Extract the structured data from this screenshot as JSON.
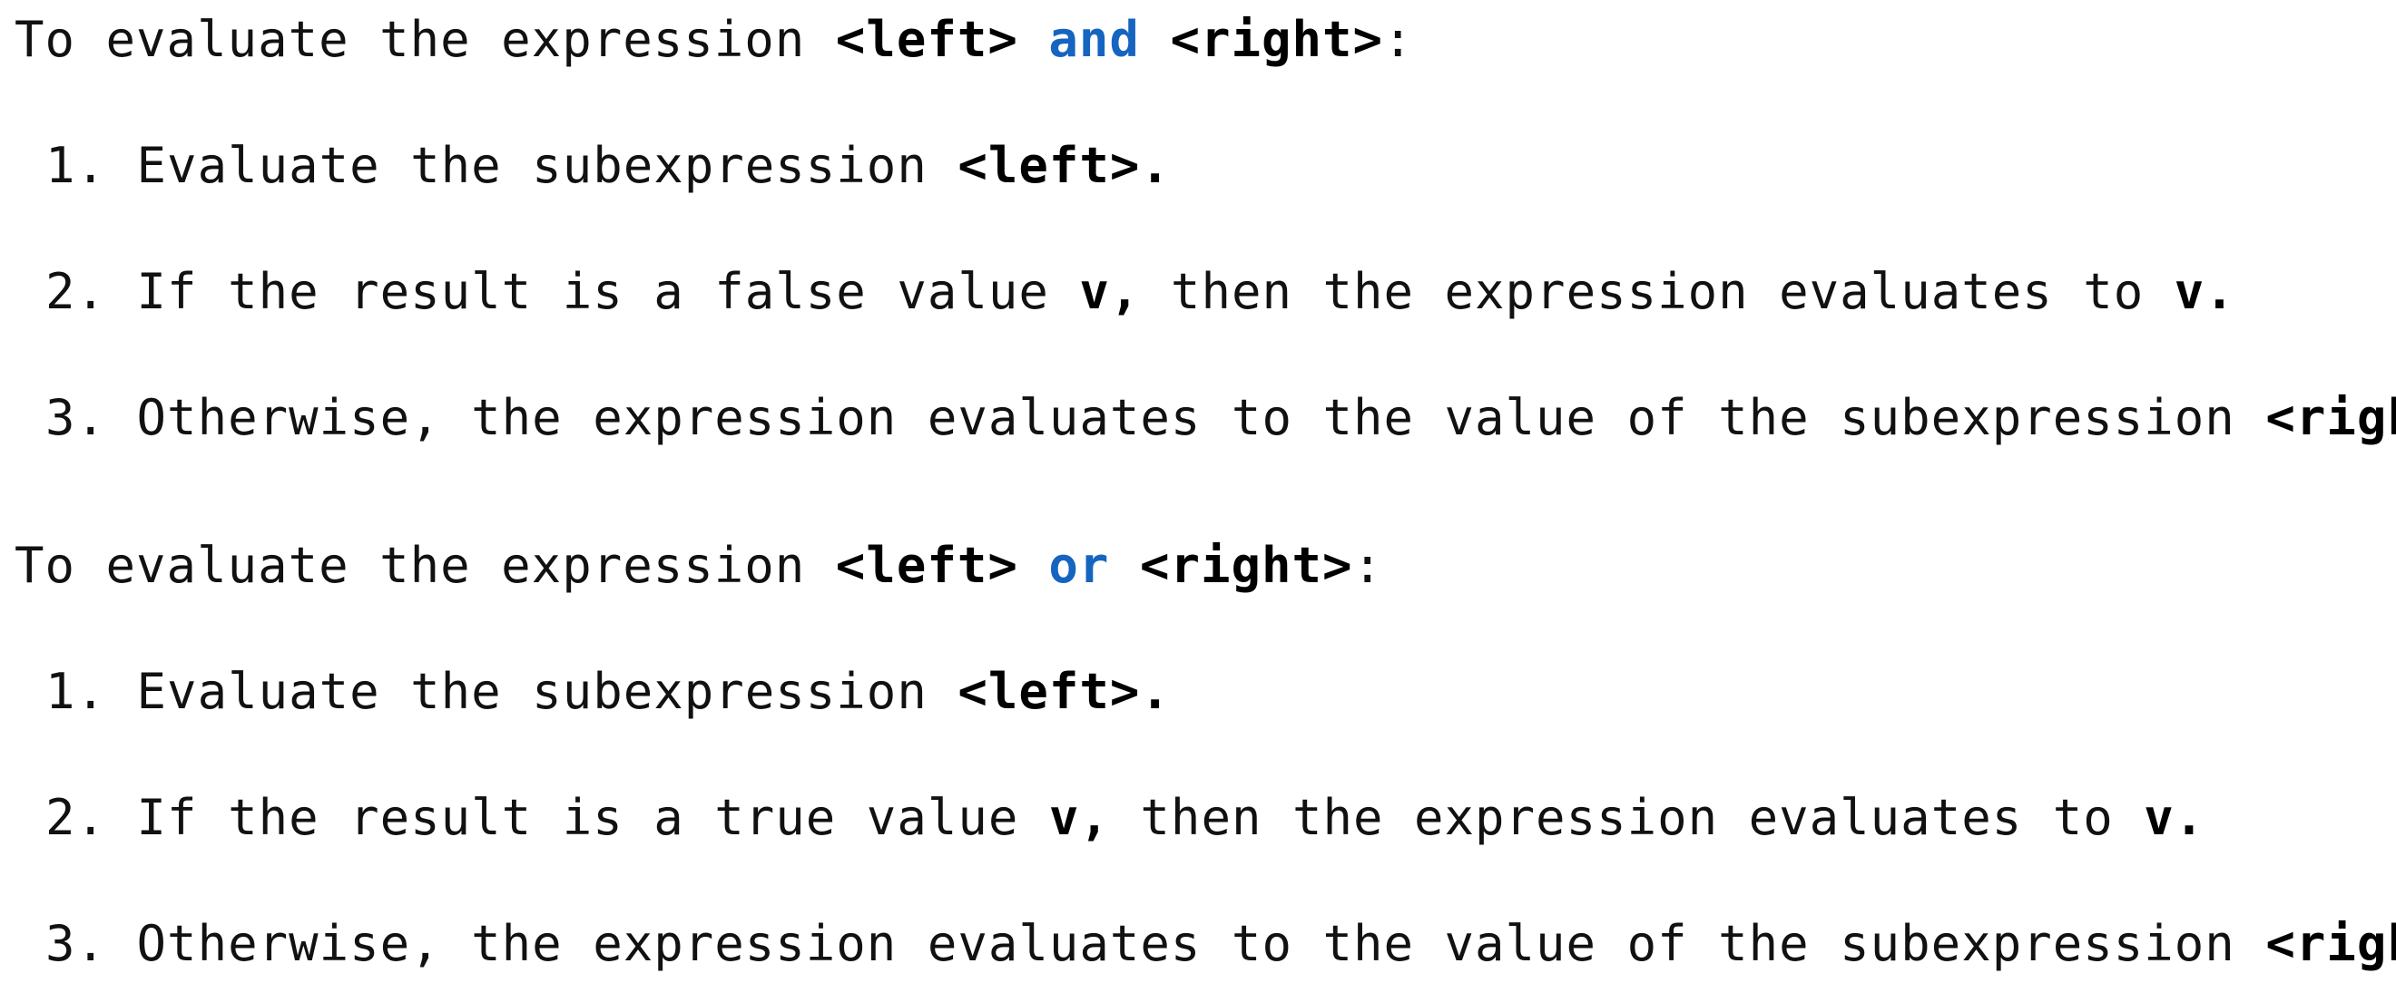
{
  "colors": {
    "text": "#111111",
    "keyword": "#1565c0"
  },
  "and_section": {
    "heading": {
      "prefix": "To evaluate the expression ",
      "left": "<left>",
      "sp1": " ",
      "keyword": "and",
      "sp2": " ",
      "right": "<right>",
      "suffix": ":"
    },
    "steps": [
      {
        "number": "1. ",
        "text": "Evaluate the subexpression ",
        "code": "<left>."
      },
      {
        "number": "2. ",
        "text1": "If the result is a false value ",
        "v1": "v,",
        "text2": " then the expression evaluates to ",
        "v2": "v."
      },
      {
        "number": "3. ",
        "text": "Otherwise, the expression evaluates to the value of the subexpression ",
        "code": "<right>."
      }
    ]
  },
  "or_section": {
    "heading": {
      "prefix": "To evaluate the expression ",
      "left": "<left>",
      "sp1": " ",
      "keyword": "or",
      "sp2": " ",
      "right": "<right>",
      "suffix": ":"
    },
    "steps": [
      {
        "number": "1. ",
        "text": "Evaluate the subexpression ",
        "code": "<left>."
      },
      {
        "number": "2. ",
        "text1": "If the result is a true value ",
        "v1": "v,",
        "text2": " then the expression evaluates to ",
        "v2": "v."
      },
      {
        "number": "3. ",
        "text": "Otherwise, the expression evaluates to the value of the subexpression ",
        "code": "<right>."
      }
    ]
  }
}
